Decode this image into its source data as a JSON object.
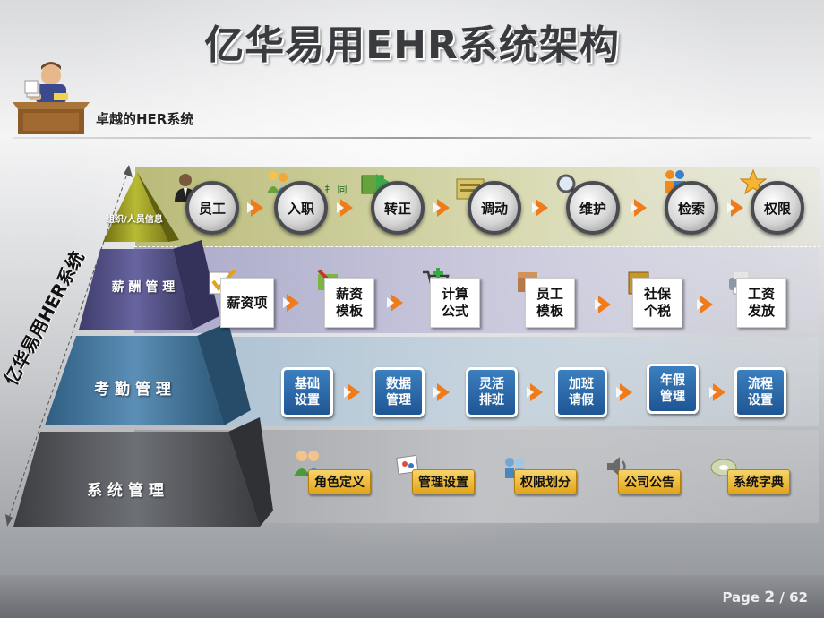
{
  "title": "亿华易用EHR系统架构",
  "subtitle": "卓越的HER系统",
  "side_label": "亿华易用HER系统",
  "pyramid": {
    "level1": "组织/人员信息",
    "level2": "薪 酬 管 理",
    "level3": "考 勤 管 理",
    "level4": "系 统 管 理"
  },
  "row1": {
    "fragment": "目、扌      同",
    "items": [
      "员工",
      "入职",
      "转正",
      "调动",
      "维护",
      "检索",
      "权限"
    ]
  },
  "row2": {
    "items": [
      "薪资项",
      "薪资 模板",
      "计算 公式",
      "员工 模板",
      "社保 个税",
      "工资 发放"
    ]
  },
  "row3": {
    "items": [
      "基础 设置",
      "数据 管理",
      "灵活 排班",
      "加班 请假",
      "年假 管理",
      "流程 设置"
    ]
  },
  "row4": {
    "items": [
      "角色定义",
      "管理设置",
      "权限划分",
      "公司公告",
      "系统字典"
    ]
  },
  "page": {
    "prefix": "Page",
    "current": "2",
    "sep": "/",
    "total": "62"
  },
  "colors": {
    "arrow": "#ef7b1a",
    "blue_box": "#2a66a8",
    "gold_box": "#e9b536",
    "pyramid_top": "#8f8f20",
    "pyramid_2": "#4f4c7e",
    "pyramid_3": "#3e6f94",
    "pyramid_4": "#4f5256"
  }
}
